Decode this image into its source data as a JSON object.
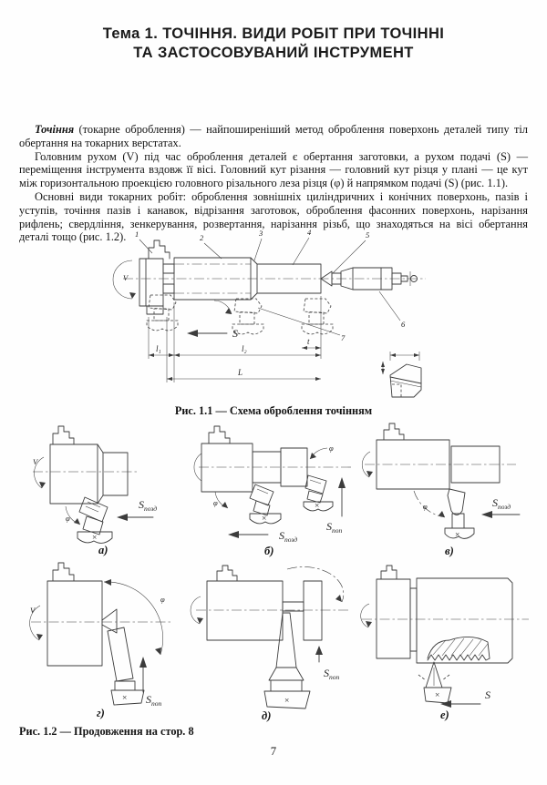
{
  "page": {
    "title_line1": "Тема 1. ТОЧІННЯ. ВИДИ РОБІТ ПРИ ТОЧІННІ",
    "title_line2": "ТА ЗАСТОСОВУВАНИЙ ІНСТРУМЕНТ",
    "page_number": "7"
  },
  "body": {
    "p1_lead": "Точіння",
    "p1_rest": " (токарне оброблення) — найпоширеніший метод оброблення поверхонь деталей типу тіл обертання на токарних верстатах.",
    "p2": "Головним рухом (V) під час оброблення деталей є обертання заготовки, а рухом подачі (S) — переміщення інструмента вздовж її вісі. Головний кут різання — головний кут різця у плані — це кут між горизонтальною проекцією головного різального леза різця (φ) й напрямком подачі (S) (рис. 1.1).",
    "p3": "Основні види токарних робіт: оброблення зовнішніх циліндричних і конічних поверхонь, пазів і уступів, точіння пазів і канавок, відрізання заготовок, оброблення фасонних поверхонь, нарізання рифлень; свердління, зенкерування, розвертання, нарізання різьб, що знаходяться на вісі обертання деталі тощо (рис. 1.2).",
    "fig11_caption": "Рис. 1.1 — Схема оброблення точінням",
    "fig12_caption": "Рис. 1.2 — Продовження на стор. 8"
  },
  "fig1": {
    "labels": {
      "v": "V",
      "s": "S",
      "l1": "l₁",
      "l2": "l₂",
      "L": "L",
      "t": "t",
      "n1": "1",
      "n2": "2",
      "n3": "3",
      "n4": "4",
      "n5": "5",
      "n6": "6",
      "n7": "7"
    }
  },
  "fig2": {
    "x_mark": "×",
    "panels": {
      "a": {
        "label": "а)",
        "v": "V",
        "phi": "φ",
        "feed_main": "S",
        "feed_sub": "позд"
      },
      "b": {
        "label": "б)",
        "phi_top": "φ",
        "phi_bottom": "φ",
        "feed_long_main": "S",
        "feed_long_sub": "позд",
        "feed_cross_main": "S",
        "feed_cross_sub": "поп"
      },
      "v": {
        "label": "в)",
        "v": "V",
        "phi": "φ",
        "feed_main": "S",
        "feed_sub": "позд"
      },
      "g": {
        "label": "г)",
        "v": "V",
        "phi": "φ",
        "feed_main": "S",
        "feed_sub": "поп"
      },
      "d": {
        "label": "д)",
        "feed_main": "S",
        "feed_sub": "поп"
      },
      "e": {
        "label": "е)",
        "feed_main": "S"
      }
    }
  }
}
